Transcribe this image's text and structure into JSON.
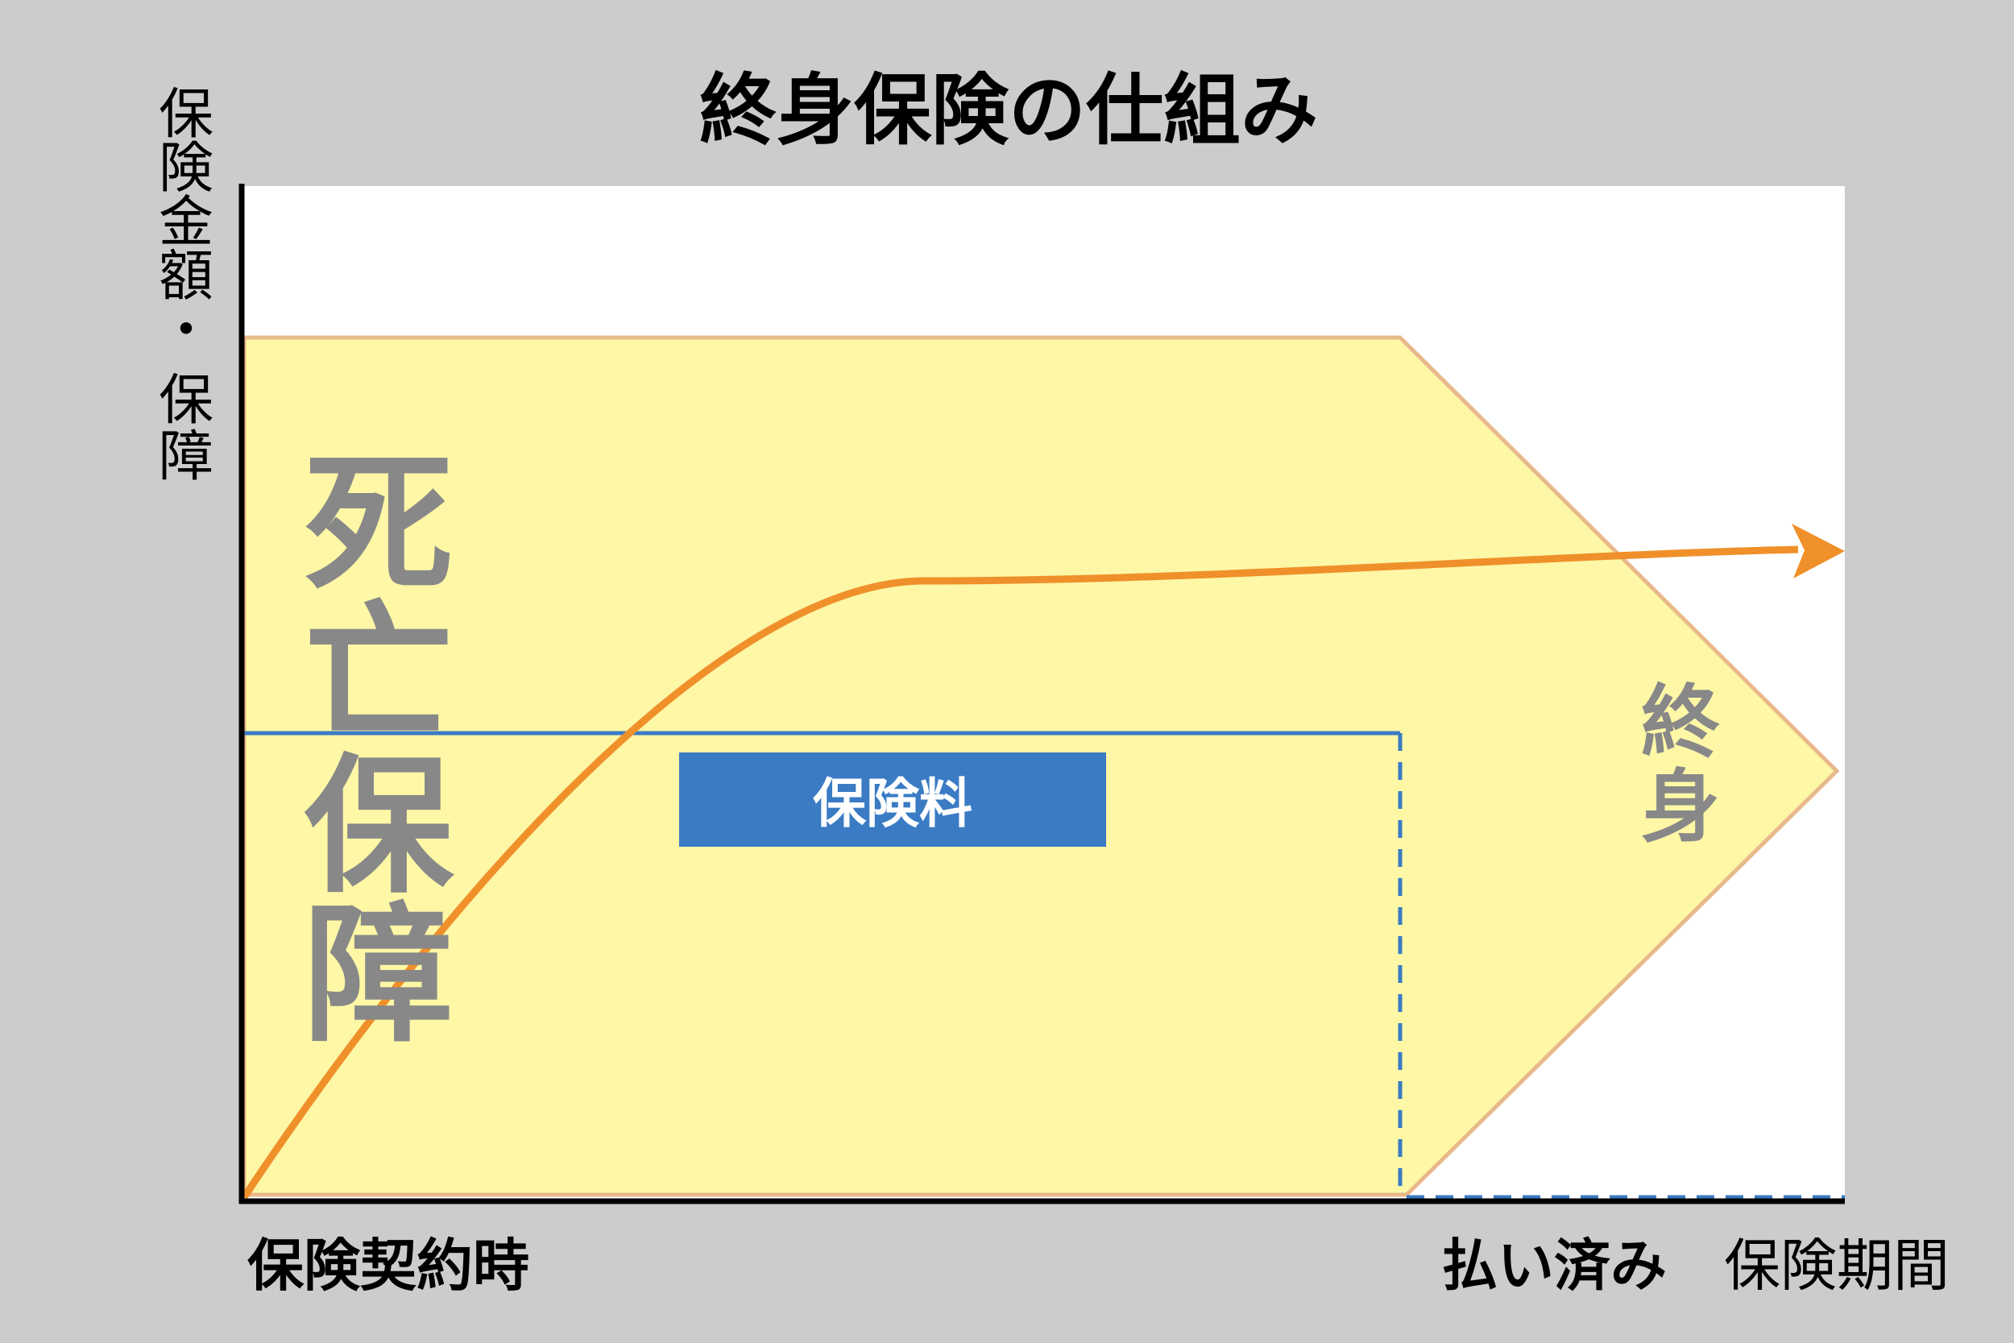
{
  "title": "終身保険の仕組み",
  "y_axis_label": [
    "保",
    "険",
    "金",
    "額",
    "・",
    "保",
    "障"
  ],
  "x_axis_label": "保険期間",
  "start_label": "保険契約時",
  "paid_up_label": "払い済み",
  "death_benefit_label": [
    "死",
    "亡",
    "保",
    "障"
  ],
  "lifetime_label": [
    "終",
    "身"
  ],
  "premium_label": "保険料",
  "colors": {
    "background": "#cccccc",
    "plot_background": "#ffffff",
    "coverage_fill": "#fdf7a6",
    "coverage_stroke": "#e8b98a",
    "premium_line": "#3a7bc4",
    "premium_box": "#3a7bc4",
    "cash_value_curve": "#f0902a",
    "big_label": "#888888"
  }
}
